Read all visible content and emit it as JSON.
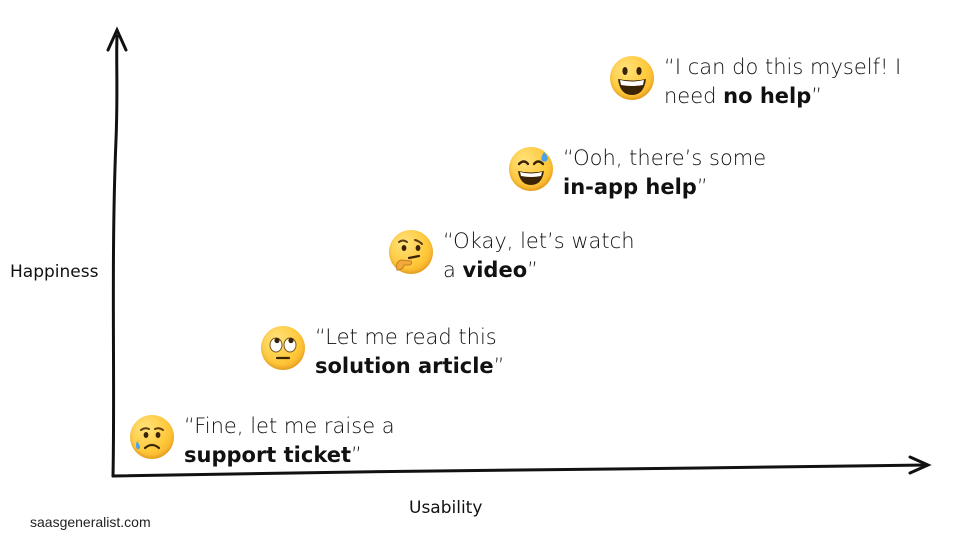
{
  "axes": {
    "y_label": "Happiness",
    "x_label": "Usability"
  },
  "footer": {
    "site": "saasgeneralist.com"
  },
  "stages": [
    {
      "emoji": "sad-relieved-face-icon",
      "line1": "“Fine, let me raise a",
      "bold": "support ticket",
      "tail": "”"
    },
    {
      "emoji": "eye-roll-face-icon",
      "line1": "“Let me read this",
      "bold": "solution article",
      "tail": "”"
    },
    {
      "emoji": "thinking-face-icon",
      "line1": "“Okay, let’s watch",
      "prefix": "a ",
      "bold": "video",
      "tail": "”"
    },
    {
      "emoji": "grinning-sweat-face-icon",
      "line1": "“Ooh, there’s some",
      "bold": "in-app help",
      "tail": "”"
    },
    {
      "emoji": "grinning-face-icon",
      "line1": "“I can do this myself! I",
      "prefix": "need ",
      "bold": "no help",
      "tail": "”"
    }
  ]
}
